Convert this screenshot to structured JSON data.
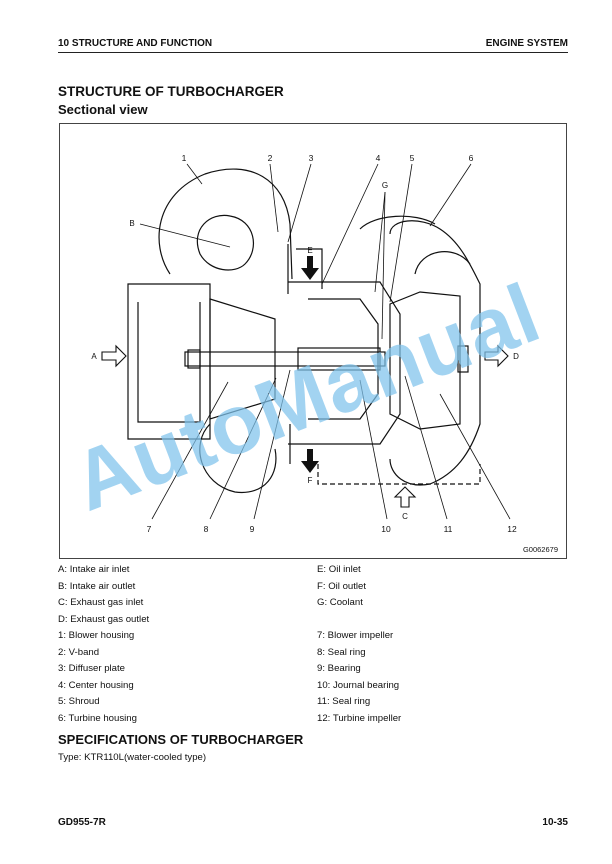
{
  "header": {
    "left": "10 STRUCTURE AND FUNCTION",
    "right": "ENGINE SYSTEM"
  },
  "title": "STRUCTURE OF TURBOCHARGER",
  "subtitle": "Sectional view",
  "figure": {
    "code": "G0062679",
    "callouts": [
      "1",
      "2",
      "3",
      "4",
      "5",
      "6",
      "7",
      "8",
      "9",
      "10",
      "11",
      "12"
    ],
    "letters": {
      "A": "A",
      "B": "B",
      "D": "D",
      "E": "E",
      "F": "F",
      "G": "G",
      "C": "C"
    }
  },
  "legend_left": [
    "A: Intake air inlet",
    "B: Intake air outlet",
    "C: Exhaust gas inlet",
    "D: Exhaust gas outlet",
    "1: Blower housing",
    "2: V-band",
    "3: Diffuser plate",
    "4: Center housing",
    "5: Shroud",
    "6: Turbine housing"
  ],
  "legend_right": [
    "E: Oil inlet",
    "F: Oil outlet",
    "G: Coolant",
    "7: Blower impeller",
    "8: Seal ring",
    "9: Bearing",
    "10: Journal bearing",
    "11: Seal ring",
    "12: Turbine impeller"
  ],
  "specs": {
    "title": "SPECIFICATIONS OF TURBOCHARGER",
    "type": "Type: KTR110L(water-cooled type)"
  },
  "footer": {
    "left": "GD955-7R",
    "right": "10-35"
  },
  "watermark": "AutoManual"
}
